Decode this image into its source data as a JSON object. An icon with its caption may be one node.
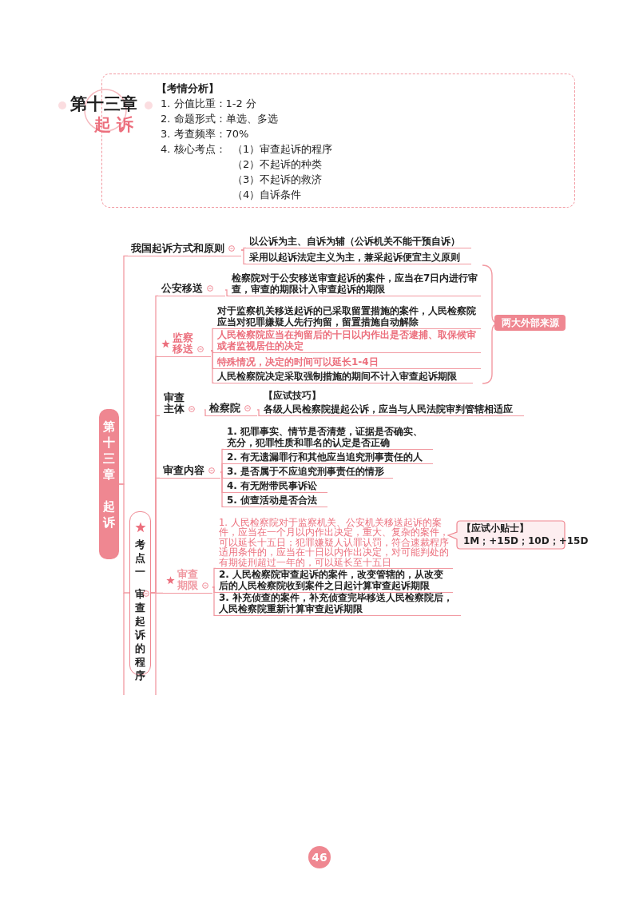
{
  "diagram": {
    "nodes": [
      {
        "text": [
          "【考情分析】",
          "1. 分值比重：1-2 分",
          "2. 命题形式：单选、多选",
          "3. 考查频率：70%",
          "4. 核心考点：",
          "（1）审查起诉的程序",
          "（2）不起诉的种类",
          "（3）不起诉的救济",
          "（4）自诉条件"
        ]
      },
      {
        "text": [
          "第十三章",
          "起 诉"
        ]
      },
      {
        "text": [
          "第十三章",
          "起诉"
        ]
      },
      {
        "text": [
          "我国起诉方式和原则"
        ]
      },
      {
        "text": [
          "以公诉为主、自诉为辅（公诉机关不能干预自诉）"
        ]
      },
      {
        "text": [
          "采用以起诉法定主义为主，兼采起诉便宜主义原则"
        ]
      },
      {
        "text": [
          "考点一",
          "审查起诉的程序"
        ]
      },
      {
        "text": [
          "公安移送"
        ]
      },
      {
        "text": [
          "检察院对于公安移送审查起诉的案件，应当在7日内进行审查，审查的期限计入审查起诉的期限"
        ]
      },
      {
        "text": [
          "监察移送"
        ]
      },
      {
        "text": [
          "对于监察机关移送起诉的已采取留置措施的案件，人民检察院应当对犯罪嫌疑人先行拘留，留置措施自动解除"
        ]
      },
      {
        "text": [
          "人民检察院应当在拘留后的十日以内作出是否逮捕、取保候审或者监视居住的决定"
        ]
      },
      {
        "text": [
          "特殊情况，决定的时间可以延长1-4日"
        ]
      },
      {
        "text": [
          "人民检察院决定采取强制措施的期间不计入审查起诉期限"
        ]
      },
      {
        "text": [
          "两大外部来源"
        ]
      },
      {
        "text": [
          "审查主体"
        ]
      },
      {
        "text": [
          "检察院"
        ]
      },
      {
        "text": [
          "各级人民检察院提起公诉，应当与人民法院审判管辖相适应"
        ],
        "beside": [
          "【应试技巧】"
        ]
      },
      {
        "text": [
          "审查内容"
        ]
      },
      {
        "text": [
          "1. 犯罪事实、情节是否清楚，证据是否确实、充分，犯罪性质和罪名的认定是否正确"
        ]
      },
      {
        "text": [
          "2. 有无遗漏罪行和其他应当追究刑事责任的人"
        ]
      },
      {
        "text": [
          "3. 是否属于不应追究刑事责任的情形"
        ]
      },
      {
        "text": [
          "4. 有无附带民事诉讼"
        ]
      },
      {
        "text": [
          "5. 侦查活动是否合法"
        ]
      },
      {
        "text": [
          "审查期限"
        ]
      },
      {
        "text": [
          "1. 人民检察院对于监察机关、公安机关移送起诉的案件，应当在一个月以内作出决定，重大、复杂的案件，可以延长十五日；犯罪嫌疑人认罪认罚，符合速裁程序适用条件的，应当在十日以内作出决定，对可能判处的有期徒刑超过一年的，可以延长至十五日"
        ]
      },
      {
        "text": [
          "2. 人民检察院审查起诉的案件，改变管辖的，从改变后的人民检察院收到案件之日起计算审查起诉期限"
        ]
      },
      {
        "text": [
          "3. 补充侦查的案件，补充侦查完毕移送人民检察院后，人民检察院重新计算审查起诉期限"
        ]
      },
      {
        "text": [
          "【应试小贴士】",
          "1M；+15D；10D；+15D"
        ]
      },
      {
        "text": [
          "46"
        ]
      }
    ],
    "edges": [
      {
        "from": 2,
        "to": 3,
        "arrow": "none"
      },
      {
        "from": 2,
        "to": 6,
        "arrow": "none"
      },
      {
        "from": 3,
        "to": 4,
        "arrow": "none"
      },
      {
        "from": 3,
        "to": 5,
        "arrow": "none"
      },
      {
        "from": 6,
        "to": 7,
        "arrow": "none"
      },
      {
        "from": 6,
        "to": 9,
        "arrow": "none"
      },
      {
        "from": 6,
        "to": 15,
        "arrow": "none"
      },
      {
        "from": 6,
        "to": 18,
        "arrow": "none"
      },
      {
        "from": 6,
        "to": 24,
        "arrow": "none"
      },
      {
        "from": 7,
        "to": 8,
        "arrow": "none"
      },
      {
        "from": 9,
        "to": 10,
        "arrow": "none"
      },
      {
        "from": 9,
        "to": 11,
        "arrow": "none"
      },
      {
        "from": 9,
        "to": 12,
        "arrow": "none"
      },
      {
        "from": 9,
        "to": 13,
        "arrow": "none"
      },
      {
        "from": 15,
        "to": 16,
        "arrow": "none"
      },
      {
        "from": 16,
        "to": 17,
        "arrow": "none"
      },
      {
        "from": 18,
        "to": 19,
        "arrow": "none"
      },
      {
        "from": 18,
        "to": 20,
        "arrow": "none"
      },
      {
        "from": 18,
        "to": 21,
        "arrow": "none"
      },
      {
        "from": 18,
        "to": 22,
        "arrow": "none"
      },
      {
        "from": 18,
        "to": 23,
        "arrow": "none"
      },
      {
        "from": 24,
        "to": 25,
        "arrow": "none"
      },
      {
        "from": 24,
        "to": 26,
        "arrow": "none"
      },
      {
        "from": 24,
        "to": 27,
        "arrow": "none"
      }
    ]
  }
}
